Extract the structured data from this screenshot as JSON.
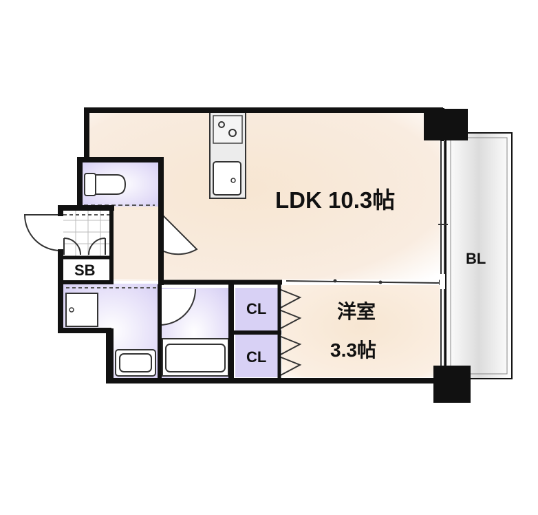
{
  "floor_plan": {
    "rooms": {
      "ldk": {
        "name": "LDK 10.3帖",
        "color": "#f7e8d6"
      },
      "western": {
        "line1": "洋室",
        "line2": "3.3帖",
        "color": "#f7e8d6"
      },
      "closet_upper": {
        "name": "CL",
        "color": "#dcd6f7"
      },
      "closet_lower": {
        "name": "CL",
        "color": "#dcd6f7"
      },
      "shoe_box": {
        "name": "SB"
      },
      "balcony": {
        "name": "BL",
        "color": "#e3e3e3"
      }
    },
    "wet_area_color": "#dcd6f7",
    "wall_color": "#111111"
  }
}
